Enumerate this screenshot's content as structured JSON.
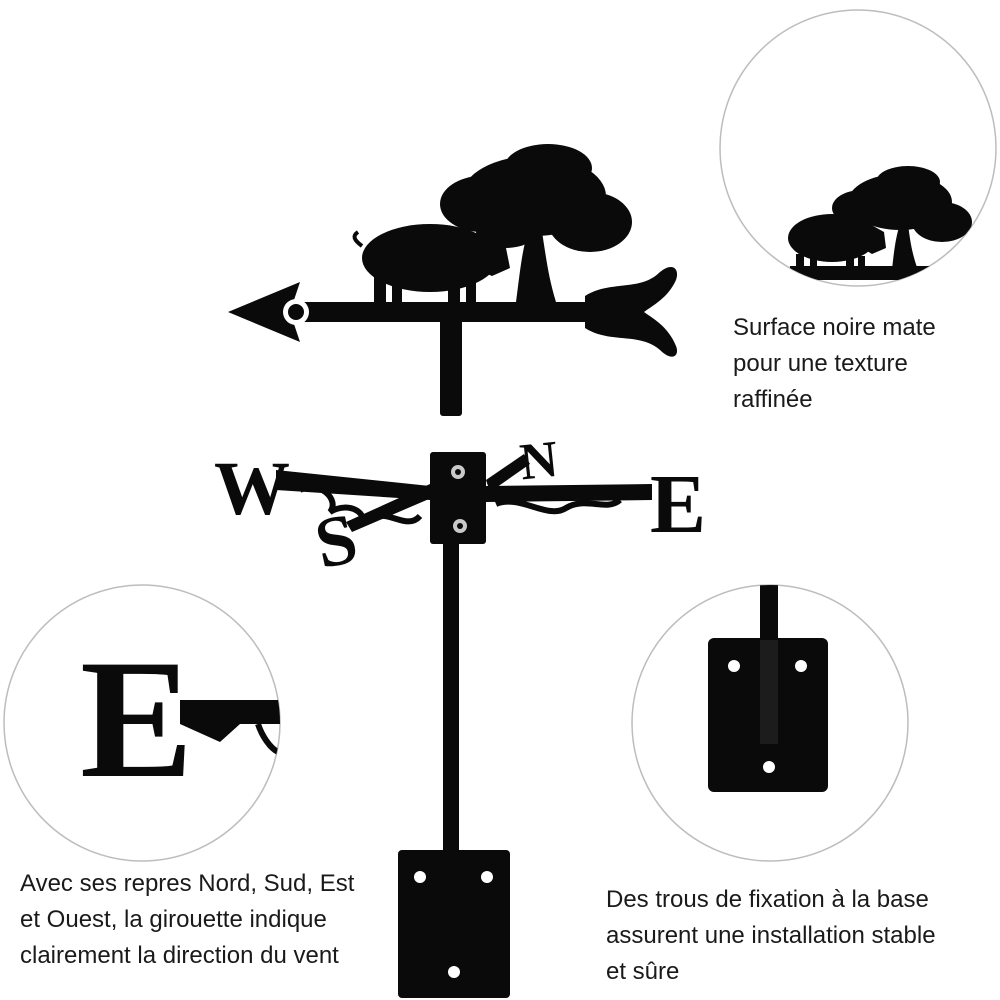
{
  "compass": {
    "west": "W",
    "east": "E",
    "south": "S",
    "north": "N"
  },
  "zoom_e_letter": "E",
  "captions": {
    "surface": "Surface noire mate\npour une texture\nraffinée",
    "directions": "Avec ses repres Nord, Sud, Est\net Ouest, la girouette indique\nclairement la direction du vent",
    "holes": "Des trous de fixation à la base\nassurent une installation stable\net sûre"
  },
  "colors": {
    "metal": "#0a0a0a",
    "background": "#ffffff",
    "circle_border": "#bdbdbd",
    "caption": "#1a1a1a"
  }
}
